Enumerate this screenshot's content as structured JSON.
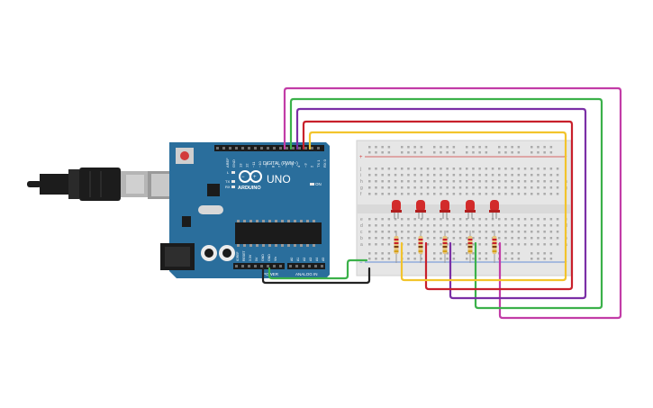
{
  "board": {
    "brand": "ARDUINO",
    "model": "UNO",
    "digital_header_label": "DIGITAL (PWM~)",
    "power_label": "POWER",
    "analog_label": "ANALOG IN",
    "on_label": "ON",
    "tx_label": "TX",
    "rx_label": "RX",
    "l_label": "L",
    "aref_label": "AREF",
    "gnd_label": "GND",
    "digital_pins": [
      "13",
      "12",
      "~11",
      "~10",
      "~9",
      "8",
      "7",
      "~6",
      "~5",
      "4",
      "~3",
      "2",
      "TX 1",
      "RX 0"
    ],
    "power_pins": [
      "IOREF",
      "RESET",
      "3.3V",
      "5V",
      "GND",
      "GND",
      "Vin"
    ],
    "analog_pins": [
      "A0",
      "A1",
      "A2",
      "A3",
      "A4",
      "A5"
    ]
  },
  "breadboard": {
    "row_letters_top": [
      "j",
      "i",
      "h",
      "g",
      "f"
    ],
    "row_letters_bottom": [
      "e",
      "d",
      "c",
      "b",
      "a"
    ],
    "column_count": 30,
    "leds": 5,
    "resistors": 5
  },
  "colors": {
    "board": "#2a6e9c",
    "breadboard": "#e6e6e6",
    "led": "#d22b2b",
    "wire_magenta": "#c23ca7",
    "wire_green": "#3bb14a",
    "wire_purple": "#7b2fa6",
    "wire_red": "#c8202b",
    "wire_yellow": "#f2c42c",
    "wire_black": "#222222"
  }
}
